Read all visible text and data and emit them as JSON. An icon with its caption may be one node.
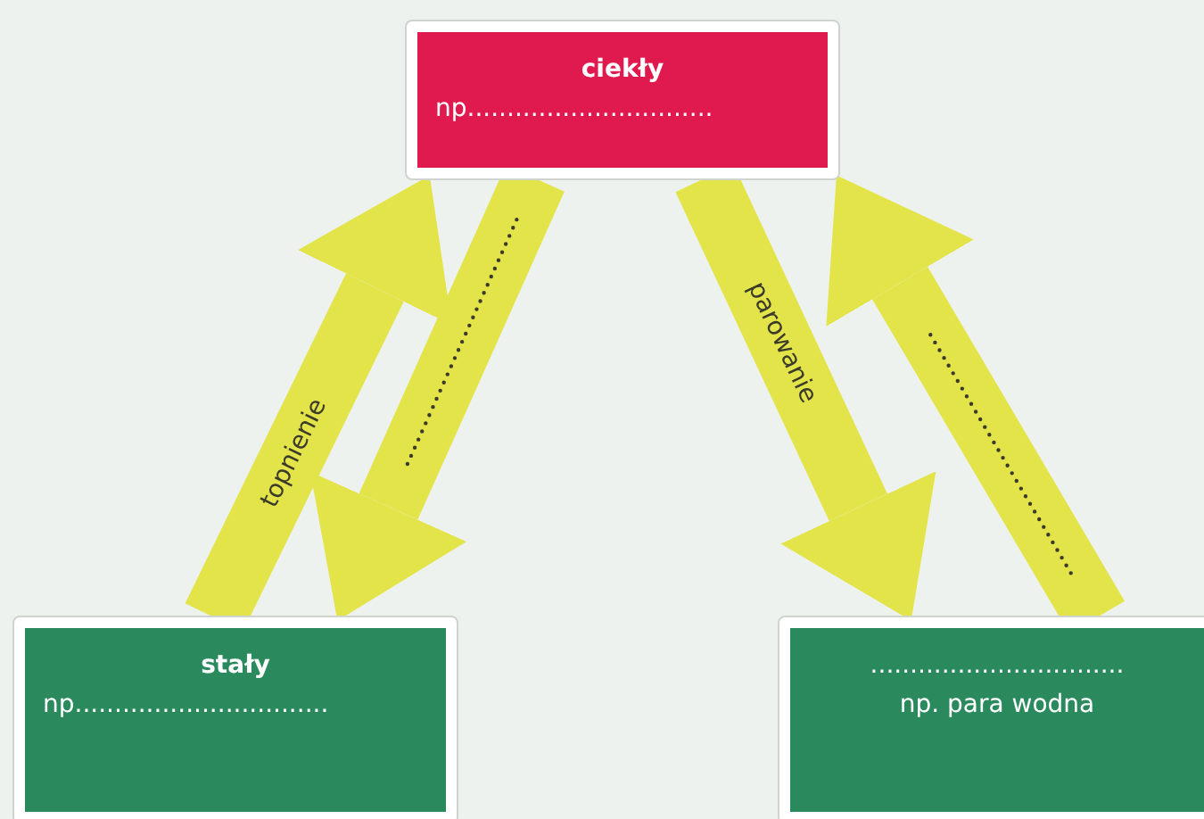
{
  "diagram": {
    "nodes": [
      {
        "text": [
          "ciekły",
          "np..............................."
        ]
      },
      {
        "text": [
          "stały",
          "np................................"
        ]
      },
      {
        "text": [
          "................................",
          "np. para wodna"
        ]
      }
    ],
    "edges": [
      {
        "from": 1,
        "to": 0,
        "arrow": "to",
        "label": "topnienie"
      },
      {
        "from": 0,
        "to": 1,
        "arrow": "to"
      },
      {
        "from": 0,
        "to": 2,
        "arrow": "to",
        "label": "parowanie"
      },
      {
        "from": 2,
        "to": 0,
        "arrow": "to"
      }
    ]
  }
}
